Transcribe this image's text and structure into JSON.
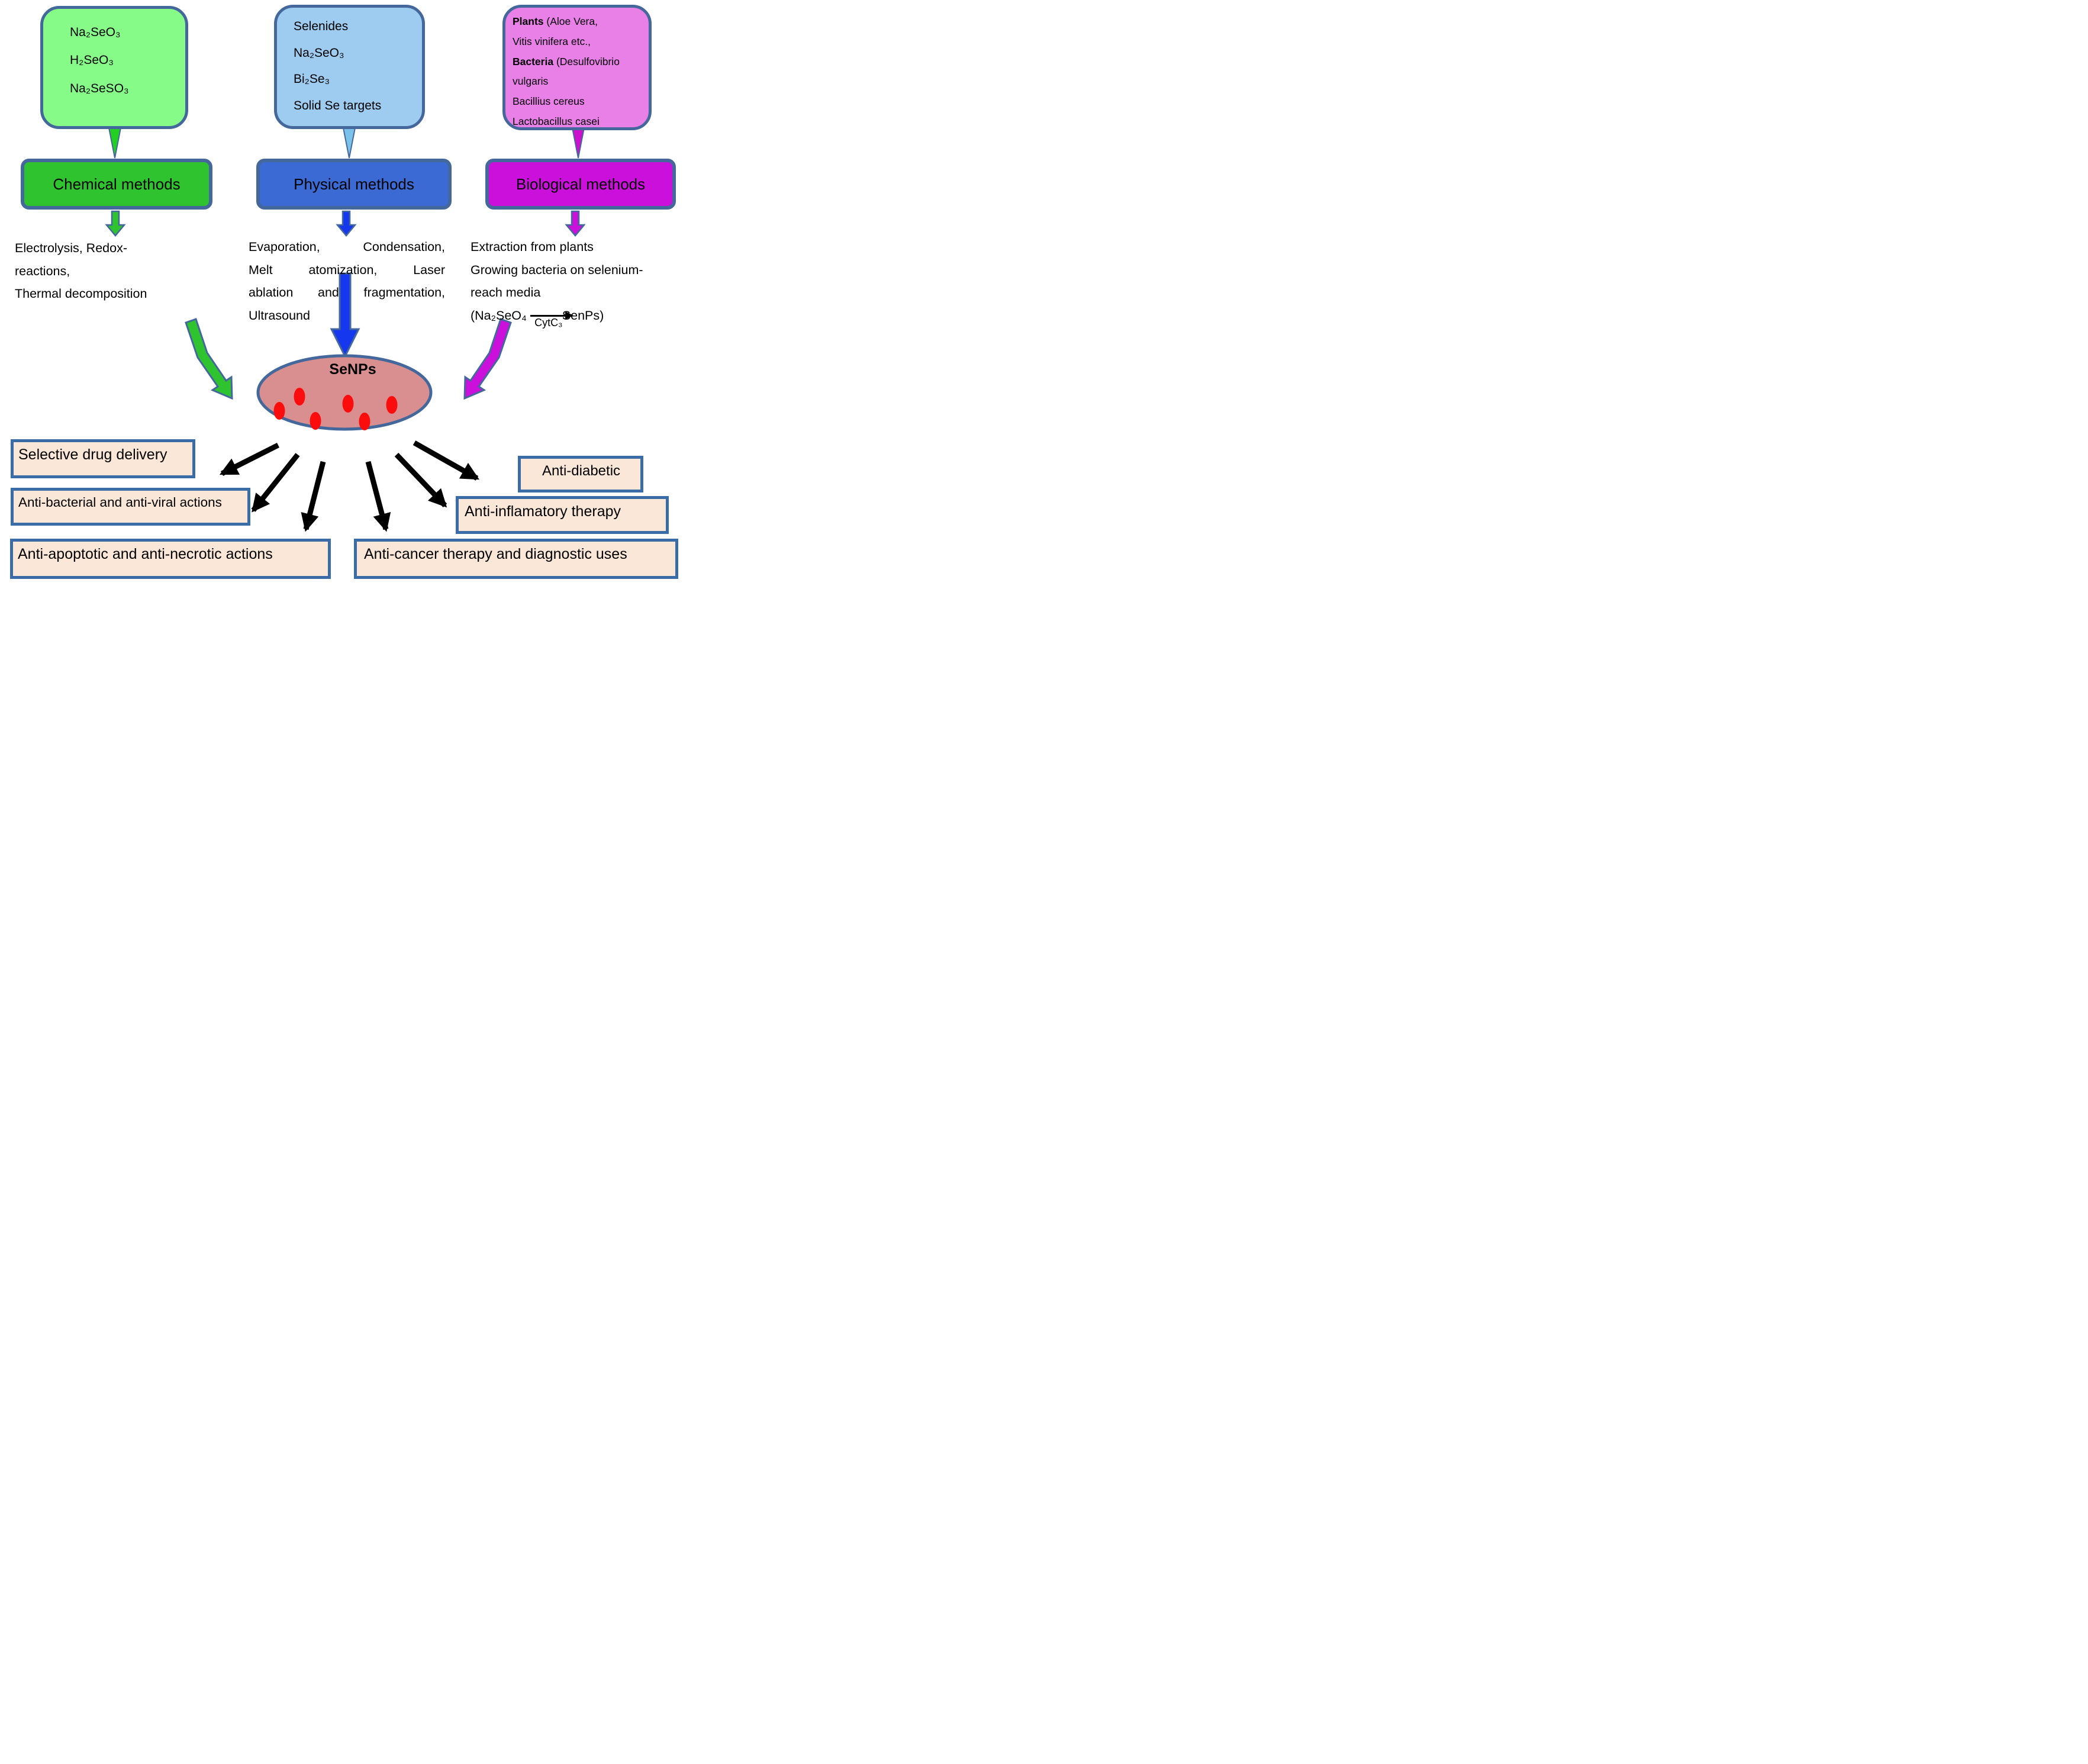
{
  "top_boxes": {
    "chemical": {
      "lines": [
        "Na₂SeO₃",
        "H₂SeO₃",
        "Na₂SeSO₃"
      ]
    },
    "physical": {
      "lines": [
        "Selenides",
        "Na₂SeO₃",
        "Bi₂Se₃",
        "Solid Se targets"
      ]
    },
    "biological": {
      "lines": [
        {
          "b": "Plants",
          "t": " (Aloe Vera,"
        },
        {
          "b": "",
          "t": " Vitis vinifera etc.,"
        },
        {
          "b": "Bacteria",
          "t": " (Desulfovibrio"
        },
        {
          "b": "",
          "t": "vulgaris"
        },
        {
          "b": "",
          "t": "Bacillius cereus"
        },
        {
          "b": "",
          "t": "Lactobacillus casei"
        }
      ]
    }
  },
  "method_boxes": {
    "chemical": "Chemical methods",
    "physical": "Physical methods",
    "biological": "Biological methods"
  },
  "method_details": {
    "chemical_lines": [
      "Electrolysis, Redox-",
      "reactions,",
      "Thermal decomposition"
    ],
    "physical_lines": [
      "Evaporation, Condensation,",
      "Melt atomization, Laser",
      "ablation and fragmentation,",
      "Ultrasound"
    ],
    "biological_lines": [
      "Extraction from plants",
      "Growing bacteria on selenium-",
      "reach media"
    ],
    "biological_formula": {
      "prefix": "(Na₂SeO₄",
      "arrow_label": "CytC₃",
      "suffix": "SenPs)"
    }
  },
  "center": {
    "label": "SeNPs",
    "dot_count": 6
  },
  "applications": {
    "selective": "Selective drug delivery",
    "antibacterial": "Anti-bacterial and anti-viral actions",
    "antiapoptotic": "Anti-apoptotic and anti-necrotic actions",
    "anticancer": "Anti-cancer therapy and diagnostic uses",
    "antiinflamatory": "Anti-inflamatory therapy",
    "antidiabetic": "Anti-diabetic"
  },
  "colors": {
    "box_border": "#44689b",
    "app_border": "#3a6da8",
    "precursor_green": "#86fb87",
    "precursor_blue": "#9ecbf0",
    "precursor_pink": "#e880e8",
    "method_green": "#2fc42f",
    "method_blue": "#3b6ad5",
    "method_magenta": "#ca10da",
    "big_arrow_blue": "#1538ee",
    "connector_green": "#22cf22",
    "connector_blue": "#7ac2ea",
    "connector_magenta": "#cc10cc",
    "ellipse_fill": "#d98f8f",
    "dot_red": "#fb0d0d",
    "app_fill": "#fbe7d7",
    "arrow_black": "#000000"
  }
}
